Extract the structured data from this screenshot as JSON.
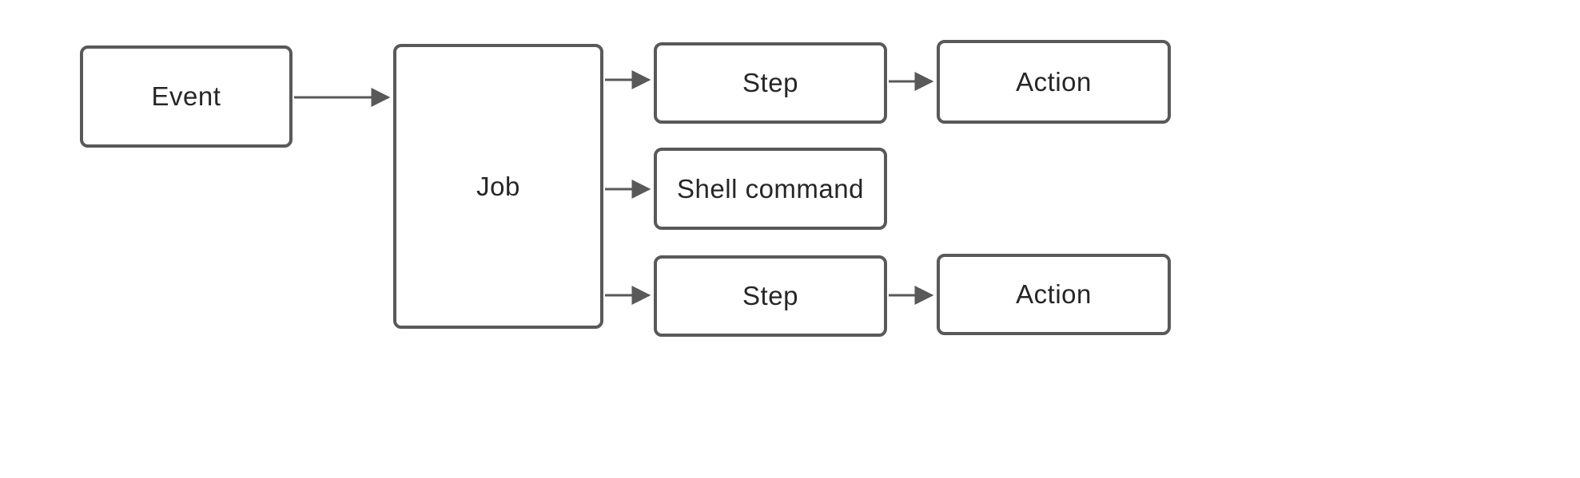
{
  "diagram": {
    "nodes": {
      "event": {
        "label": "Event"
      },
      "job": {
        "label": "Job"
      },
      "step_top": {
        "label": "Step"
      },
      "action_top": {
        "label": "Action"
      },
      "shell_command": {
        "label": "Shell command"
      },
      "step_bottom": {
        "label": "Step"
      },
      "action_bottom": {
        "label": "Action"
      }
    },
    "edges": [
      {
        "from": "event",
        "to": "job"
      },
      {
        "from": "job",
        "to": "step_top"
      },
      {
        "from": "job",
        "to": "shell_command"
      },
      {
        "from": "job",
        "to": "step_bottom"
      },
      {
        "from": "step_top",
        "to": "action_top"
      },
      {
        "from": "step_bottom",
        "to": "action_bottom"
      }
    ],
    "colors": {
      "node_border": "#595959",
      "node_fill": "#ffffff",
      "text": "#262626",
      "arrow": "#595959",
      "background": "#ffffff"
    }
  }
}
